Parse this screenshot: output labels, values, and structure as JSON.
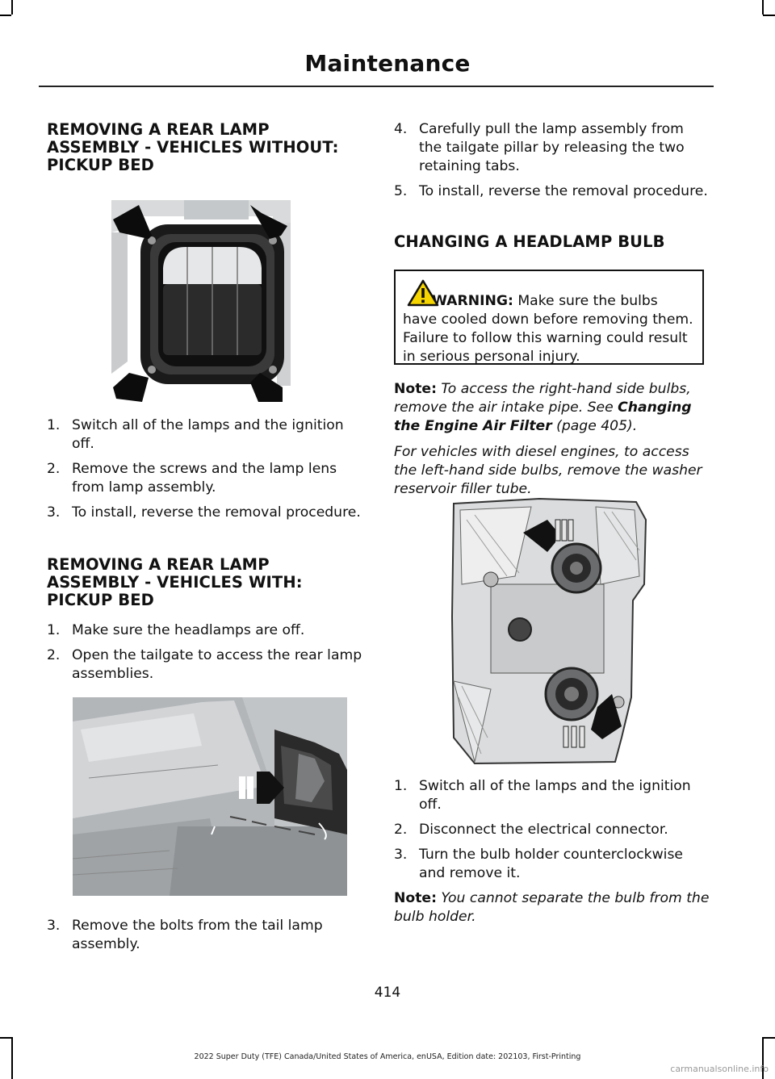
{
  "header": {
    "title": "Maintenance"
  },
  "left": {
    "section1": {
      "heading_line1": "REMOVING A REAR LAMP",
      "heading_line2": "ASSEMBLY - VEHICLES WITHOUT:",
      "heading_line3": "PICKUP BED",
      "steps": [
        {
          "num": "1.",
          "text": "Switch all of the lamps and the ignition off."
        },
        {
          "num": "2.",
          "text": "Remove the screws and the lamp lens from lamp assembly."
        },
        {
          "num": "3.",
          "text": "To install, reverse the removal procedure."
        }
      ]
    },
    "section2": {
      "heading_line1": "REMOVING A REAR LAMP",
      "heading_line2": "ASSEMBLY - VEHICLES WITH:",
      "heading_line3": "PICKUP BED",
      "steps": [
        {
          "num": "1.",
          "text": "Make sure the headlamps are off."
        },
        {
          "num": "2.",
          "text": "Open the tailgate to access the rear lamp assemblies."
        },
        {
          "num": "3.",
          "text": "Remove the bolts from the tail lamp assembly."
        }
      ]
    }
  },
  "right": {
    "steps_cont": [
      {
        "num": "4.",
        "text": "Carefully pull the lamp assembly from the tailgate pillar by releasing the two retaining tabs."
      },
      {
        "num": "5.",
        "text": "To install, reverse the removal procedure."
      }
    ],
    "section3": {
      "heading": "CHANGING A HEADLAMP BULB",
      "warning_label": "WARNING:",
      "warning_text": " Make sure the bulbs have cooled down before removing them. Failure to follow this warning could result in serious personal injury.",
      "note1_label": "Note:",
      "note1_text": " To access the right-hand side bulbs, remove the air intake pipe.  See ",
      "note1_link": "Changing the Engine Air Filter",
      "note1_page": " (page 405).",
      "diesel_text": "For vehicles with diesel engines, to access the left-hand side bulbs, remove the washer reservoir filler tube.",
      "steps": [
        {
          "num": "1.",
          "text": "Switch all of the lamps and the ignition off."
        },
        {
          "num": "2.",
          "text": "Disconnect the electrical connector."
        },
        {
          "num": "3.",
          "text": "Turn the bulb holder counterclockwise and remove it."
        }
      ],
      "note2_label": "Note:",
      "note2_text": " You cannot separate the bulb from the bulb holder."
    }
  },
  "footer": {
    "page_number": "414",
    "info": "2022 Super Duty (TFE) Canada/United States of America, enUSA, Edition date: 202103, First-Printing",
    "watermark": "carmanualsonline.info"
  }
}
